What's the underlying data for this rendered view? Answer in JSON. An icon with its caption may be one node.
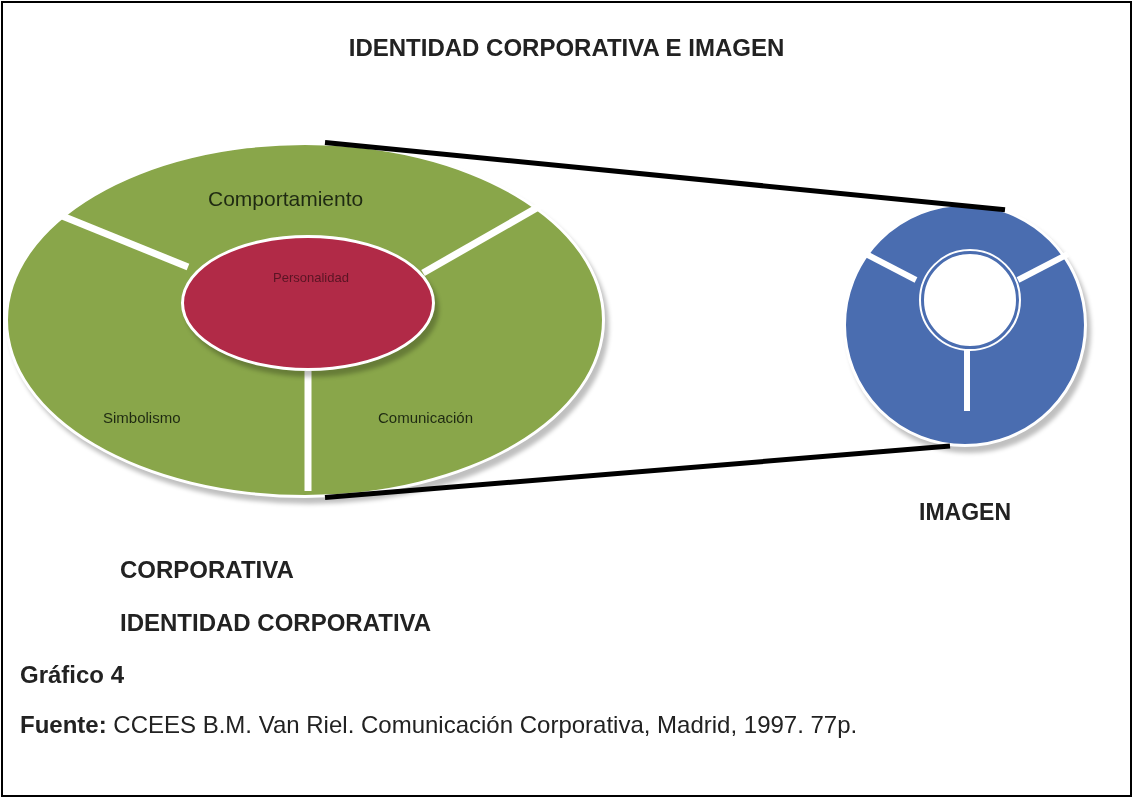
{
  "diagram": {
    "title": "IDENTIDAD CORPORATIVA E IMAGEN",
    "nodes": [
      {
        "text": [
          "Comportamiento",
          "Simbolismo",
          "Comunicación"
        ]
      },
      {
        "text": [
          "Personalidad"
        ],
        "in": 0
      },
      {
        "text": [],
        "shape": "circle",
        "beside": [
          "IMAGEN"
        ]
      },
      {
        "text": [],
        "shape": "circle",
        "in": 2
      }
    ],
    "edges": [
      {
        "from": 0,
        "to": 2,
        "arrow": "none"
      },
      {
        "from": 0,
        "to": 2,
        "arrow": "none"
      }
    ],
    "labels": [
      "CORPORATIVA",
      "IDENTIDAD CORPORATIVA",
      "Gráfico 4",
      "**Fuente:** CCEES B.M. Van Riel. Comunicación Corporativa, Madrid, 1997. 77p."
    ]
  }
}
